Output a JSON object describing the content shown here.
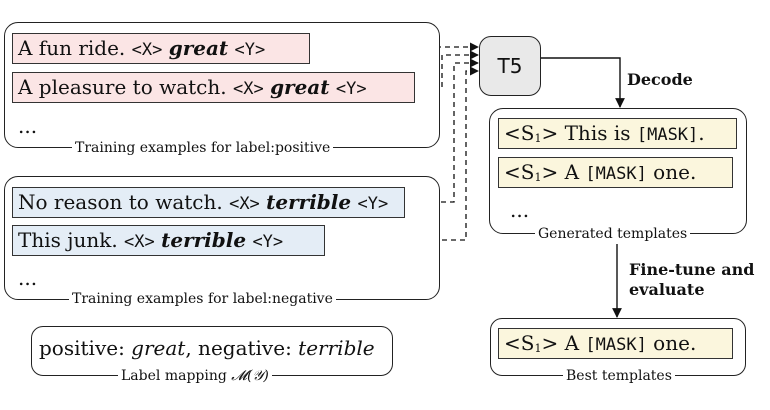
{
  "positive": {
    "examples": [
      {
        "text": "A fun ride.",
        "x": "<X>",
        "label_word": "great",
        "y": "<Y>"
      },
      {
        "text": "A pleasure to watch.",
        "x": "<X>",
        "label_word": "great",
        "y": "<Y>"
      }
    ],
    "ellipsis": "...",
    "caption": "Training examples for label:positive"
  },
  "negative": {
    "examples": [
      {
        "text": "No reason to watch.",
        "x": "<X>",
        "label_word": "terrible",
        "y": "<Y>"
      },
      {
        "text": "This junk.",
        "x": "<X>",
        "label_word": "terrible",
        "y": "<Y>"
      }
    ],
    "ellipsis": "...",
    "caption": "Training examples for label:negative"
  },
  "mapping": {
    "pos_key": "positive: ",
    "pos_word": "great",
    "sep": ", negative: ",
    "neg_word": "terrible",
    "caption_text": "Label mapping ",
    "caption_math": "𝓜(𝒴)"
  },
  "model": {
    "label": "T5"
  },
  "steps": {
    "decode": "Decode",
    "finetune_line1": "Fine-tune and",
    "finetune_line2": "evaluate"
  },
  "generated": {
    "templates": [
      {
        "s_prefix": "<S",
        "s_sub": "1",
        "s_suffix": ">",
        "pre": " This is ",
        "mask": "[MASK]",
        "post": "."
      },
      {
        "s_prefix": "<S",
        "s_sub": "1",
        "s_suffix": ">",
        "pre": " A ",
        "mask": "[MASK]",
        "post": " one."
      }
    ],
    "ellipsis": "...",
    "caption": "Generated templates"
  },
  "best": {
    "template": {
      "s_prefix": "<S",
      "s_sub": "1",
      "s_suffix": ">",
      "pre": " A ",
      "mask": "[MASK]",
      "post": " one."
    },
    "caption": "Best templates"
  }
}
